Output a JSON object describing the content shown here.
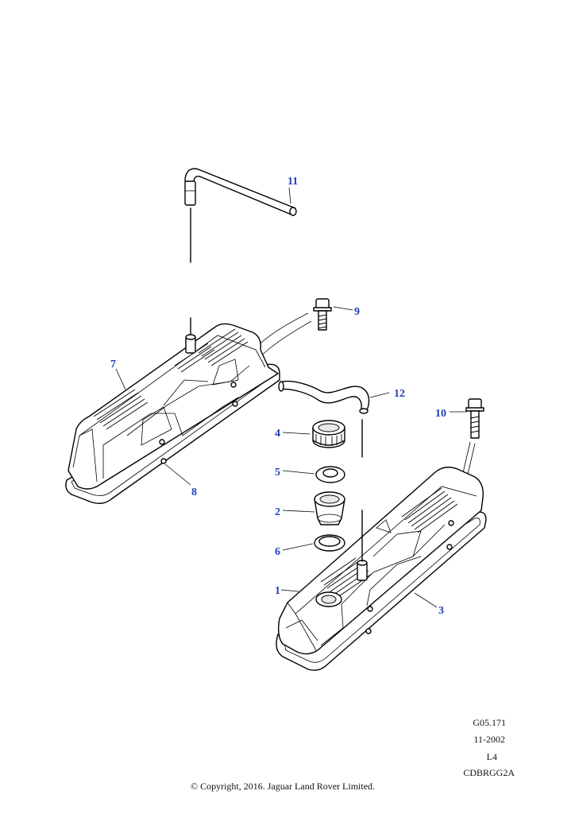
{
  "callouts": [
    {
      "num": "1"
    },
    {
      "num": "2"
    },
    {
      "num": "3"
    },
    {
      "num": "4"
    },
    {
      "num": "5"
    },
    {
      "num": "6"
    },
    {
      "num": "7"
    },
    {
      "num": "8"
    },
    {
      "num": "9"
    },
    {
      "num": "10"
    },
    {
      "num": "11"
    },
    {
      "num": "12"
    }
  ],
  "meta": {
    "ref": "G05.171",
    "date": "11-2002",
    "level": "L4",
    "code": "CDBRGG2A"
  },
  "copyright": "© Copyright, 2016. Jaguar Land Rover Limited.",
  "colors": {
    "callout": "#1f3fb8",
    "line": "#000000"
  }
}
